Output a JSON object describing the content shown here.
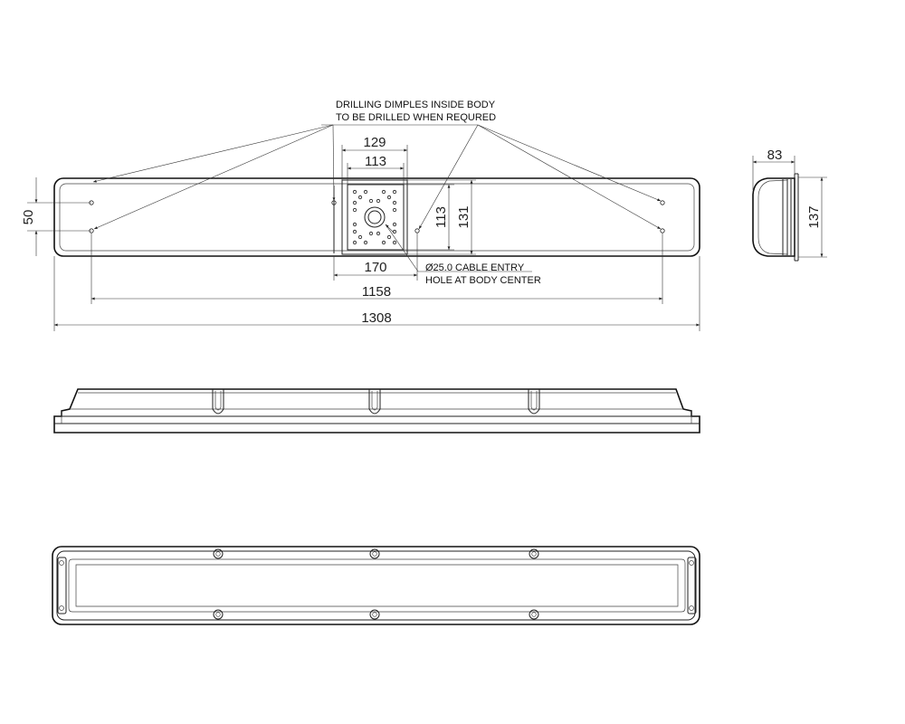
{
  "notes": {
    "dimples_line1": "DRILLING DIMPLES INSIDE BODY",
    "dimples_line2": "TO BE DRILLED WHEN REQURED",
    "cable_line1": "Ø25.0 CABLE ENTRY",
    "cable_line2": "HOLE AT BODY CENTER"
  },
  "dimensions": {
    "plate_outer_width": "129",
    "plate_inner_width": "113",
    "plate_inner_height": "113",
    "plate_outer_height": "131",
    "plate_offset": "170",
    "dimple_span": "1158",
    "overall_length": "1308",
    "dimple_height": "50",
    "end_depth": "83",
    "end_height": "137"
  }
}
